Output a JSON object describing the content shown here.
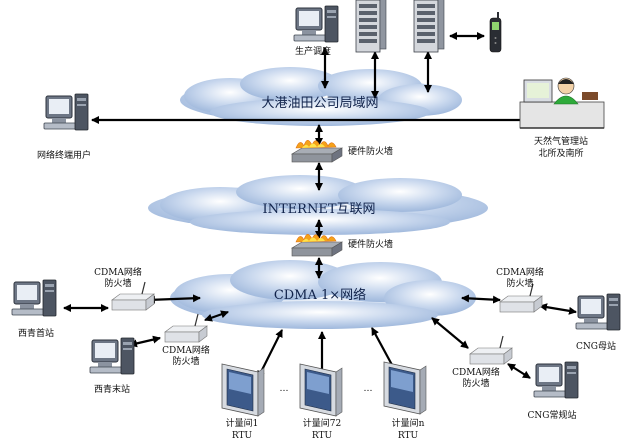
{
  "networks": {
    "lan": "大港油田公司局域网",
    "internet": "INTERNET互联网",
    "cdma": "CDMA 1×网络"
  },
  "nodes": {
    "production_dispatch": "生产调度",
    "network_user": "网络终端用户",
    "gas_station_line1": "天然气管理站",
    "gas_station_line2": "北所及南所",
    "xiqing_head": "西青首站",
    "xiqing_end": "西青末站",
    "cng_mother": "CNG母站",
    "cng_regular": "CNG常规站"
  },
  "firewalls": {
    "hardware_top": "硬件防火墙",
    "hardware_bottom": "硬件防火墙",
    "cdma_left_1": "CDMA网络",
    "cdma_left_2": "防火墙",
    "cdma_mid_1": "CDMA网络",
    "cdma_mid_2": "防火墙",
    "cdma_right_1": "CDMA网络",
    "cdma_right_2": "防火墙",
    "cdma_rb_1": "CDMA网络",
    "cdma_rb_2": "防火墙"
  },
  "rtus": [
    {
      "name": "计量间1",
      "type": "RTU"
    },
    {
      "name": "计量间72",
      "type": "RTU"
    },
    {
      "name": "计量间n",
      "type": "RTU"
    }
  ],
  "ellipsis": "…",
  "colors": {
    "cloud": "#b9cce6",
    "cloud_edge": "#8fa9cf",
    "arrow": "#000000",
    "firewall_flame": "#f5a21a",
    "monitor_screen": "#2a4f80",
    "device_body": "#d8dde6"
  }
}
